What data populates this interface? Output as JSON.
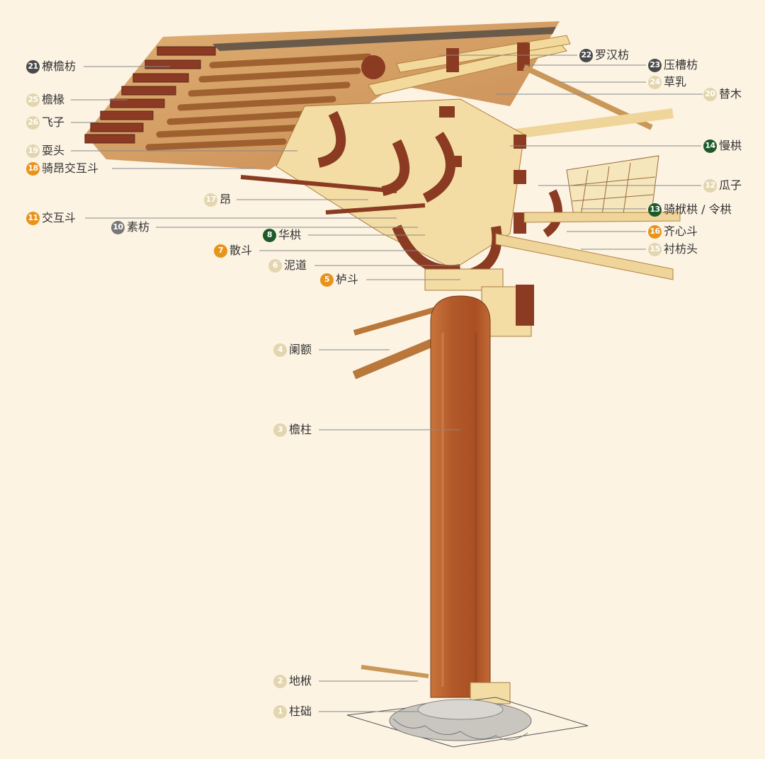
{
  "colors": {
    "background": "#fcf3e3",
    "badge_dark": "#4a4a4a",
    "badge_gray": "#777777",
    "badge_green": "#1d5a2a",
    "badge_orange": "#e8931a",
    "badge_cream": "#e3d6ae",
    "column": "#b8612f",
    "beam_red": "#8a3b22",
    "wood_light": "#f0d390"
  },
  "labels": [
    {
      "id": "21",
      "text": "橑檐枋",
      "badge": "dark"
    },
    {
      "id": "25",
      "text": "檐椽",
      "badge": "cream"
    },
    {
      "id": "26",
      "text": "飞子",
      "badge": "cream"
    },
    {
      "id": "19",
      "text": "耍头",
      "badge": "cream"
    },
    {
      "id": "18",
      "text": "骑昂交互斗",
      "badge": "orange"
    },
    {
      "id": "17",
      "text": "昂",
      "badge": "cream"
    },
    {
      "id": "11",
      "text": "交互斗",
      "badge": "orange"
    },
    {
      "id": "10",
      "text": "素枋",
      "badge": "gray"
    },
    {
      "id": "8",
      "text": "华栱",
      "badge": "green"
    },
    {
      "id": "7",
      "text": "散斗",
      "badge": "orange"
    },
    {
      "id": "6",
      "text": "泥道",
      "badge": "cream"
    },
    {
      "id": "5",
      "text": "栌斗",
      "badge": "orange"
    },
    {
      "id": "4",
      "text": "阑额",
      "badge": "cream"
    },
    {
      "id": "3",
      "text": "檐柱",
      "badge": "cream"
    },
    {
      "id": "2",
      "text": "地栿",
      "badge": "cream"
    },
    {
      "id": "1",
      "text": "柱础",
      "badge": "cream"
    },
    {
      "id": "22",
      "text": "罗汉枋",
      "badge": "dark"
    },
    {
      "id": "23",
      "text": "压槽枋",
      "badge": "dark"
    },
    {
      "id": "24",
      "text": "草乳",
      "badge": "cream"
    },
    {
      "id": "20",
      "text": "替木",
      "badge": "cream"
    },
    {
      "id": "14",
      "text": "慢栱",
      "badge": "green"
    },
    {
      "id": "12",
      "text": "瓜子",
      "badge": "cream"
    },
    {
      "id": "13",
      "text": "骑栿栱 / 令栱",
      "badge": "green"
    },
    {
      "id": "16",
      "text": "齐心斗",
      "badge": "orange"
    },
    {
      "id": "15",
      "text": "衬枋头",
      "badge": "cream"
    }
  ]
}
